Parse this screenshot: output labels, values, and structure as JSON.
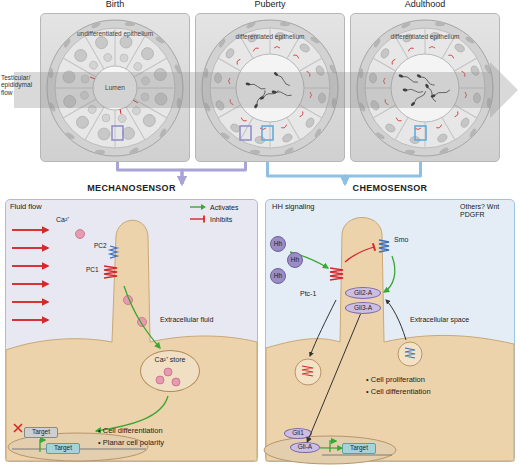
{
  "diagram": {
    "nodes": [
      {
        "text": [
          "Birth"
        ]
      },
      {
        "text": [
          "Puberty"
        ]
      },
      {
        "text": [
          "Adulthood"
        ]
      },
      {
        "text": [
          "MECHANOSENSOR"
        ]
      },
      {
        "text": [
          "Ca²⁺ store"
        ],
        "in": 3
      },
      {
        "text": [
          "Target"
        ],
        "in": 3
      },
      {
        "text": [
          "Target"
        ],
        "in": 3
      },
      {
        "text": [
          "CHEMOSENSOR"
        ]
      },
      {
        "text": [
          "Hh"
        ],
        "in": 7
      },
      {
        "text": [
          "Hh"
        ],
        "in": 7
      },
      {
        "text": [
          "Hh"
        ],
        "in": 7
      },
      {
        "text": [
          "Gli2-A"
        ],
        "in": 7
      },
      {
        "text": [
          "Gli3-A"
        ],
        "in": 7
      },
      {
        "text": [
          "Gli1"
        ],
        "in": 7
      },
      {
        "text": [
          "Gli-A"
        ],
        "in": 7
      },
      {
        "text": [
          "Target"
        ],
        "in": 7
      }
    ],
    "edges": [
      {
        "from": 0,
        "to": 3,
        "arrow": "to"
      },
      {
        "from": 1,
        "to": 3,
        "arrow": "to"
      },
      {
        "from": 1,
        "to": 7,
        "arrow": "to"
      },
      {
        "from": 2,
        "to": 7,
        "arrow": "to"
      },
      {
        "from": 12,
        "to": 14,
        "arrow": "to"
      },
      {
        "from": 14,
        "to": 15,
        "arrow": "to"
      }
    ],
    "labels": [
      "Testicular/ epididymal flow",
      "undifferentiated epithelium",
      "Lumen",
      "differentiated epithelium",
      "differentiated epithelium",
      "Fluid flow",
      "Ca²⁺",
      "PC2",
      "PC1",
      "Extracellular fluid",
      "• Cell differentiation",
      "• Planar cell polarity",
      "HH signaling",
      "Others? Wnt PDGFR",
      "Smo",
      "Ptc-1",
      "Extracellular space",
      "• Cell proliferation",
      "• Cell differentiation"
    ],
    "legend": [
      {
        "text": "Activates"
      },
      {
        "text": "Inhibits"
      }
    ]
  }
}
